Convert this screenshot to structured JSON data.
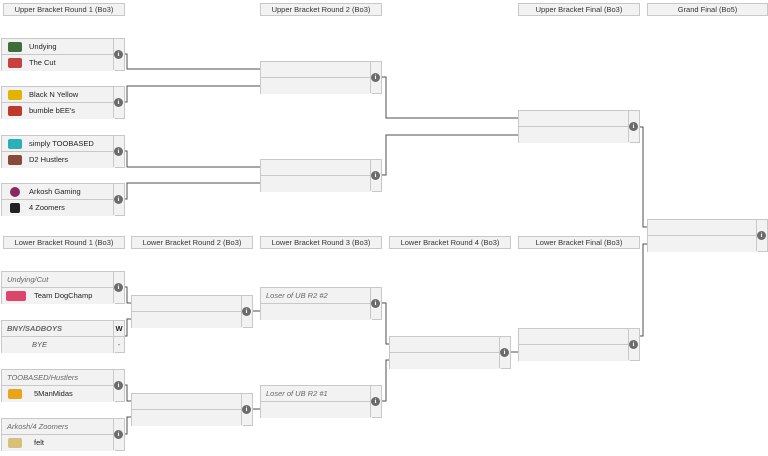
{
  "headers": {
    "ub_r1": "Upper Bracket Round 1 (Bo3)",
    "ub_r2": "Upper Bracket Round 2 (Bo3)",
    "ub_final": "Upper Bracket Final (Bo3)",
    "grand_final": "Grand Final (Bo5)",
    "lb_r1": "Lower Bracket Round 1 (Bo3)",
    "lb_r2": "Lower Bracket Round 2 (Bo3)",
    "lb_r3": "Lower Bracket Round 3 (Bo3)",
    "lb_r4": "Lower Bracket Round 4 (Bo3)",
    "lb_final": "Lower Bracket Final (Bo3)"
  },
  "ub_r1": [
    {
      "team1": "Undying",
      "team2": "The Cut"
    },
    {
      "team1": "Black N Yellow",
      "team2": "bumble bEE's"
    },
    {
      "team1": "simply TOOBASED",
      "team2": "D2 Hustlers"
    },
    {
      "team1": "Arkosh Gaming",
      "team2": "4 Zoomers"
    }
  ],
  "lb_r1": [
    {
      "team1": "Undying/Cut",
      "team2": "Team DogChamp"
    },
    {
      "team1": "BNY/SADBOYS",
      "team2": "BYE",
      "score1": "W",
      "score2": "-"
    },
    {
      "team1": "TOOBASED/Hustlers",
      "team2": "5ManMidas"
    },
    {
      "team1": "Arkosh/4 Zoomers",
      "team2": "felt"
    }
  ],
  "lb_r3": [
    {
      "team1": "Loser of UB R2 #2"
    },
    {
      "team1": "Loser of UB R2 #1"
    }
  ],
  "info_glyph": "i",
  "logo_colors": {
    "undying": "#3f6e3a",
    "the_cut": "#c84040",
    "black_n_yellow": "#e2b400",
    "bumble_bees": "#c03a2b",
    "simply_toobased": "#2bb0b8",
    "d2_hustlers": "#8a4a3a",
    "arkosh_gaming": "#8a2a5a",
    "four_zoomers": "#222222",
    "team_dogchamp": "#d9456b",
    "five_man_midas": "#e8a51c",
    "felt": "#d8c07a"
  }
}
